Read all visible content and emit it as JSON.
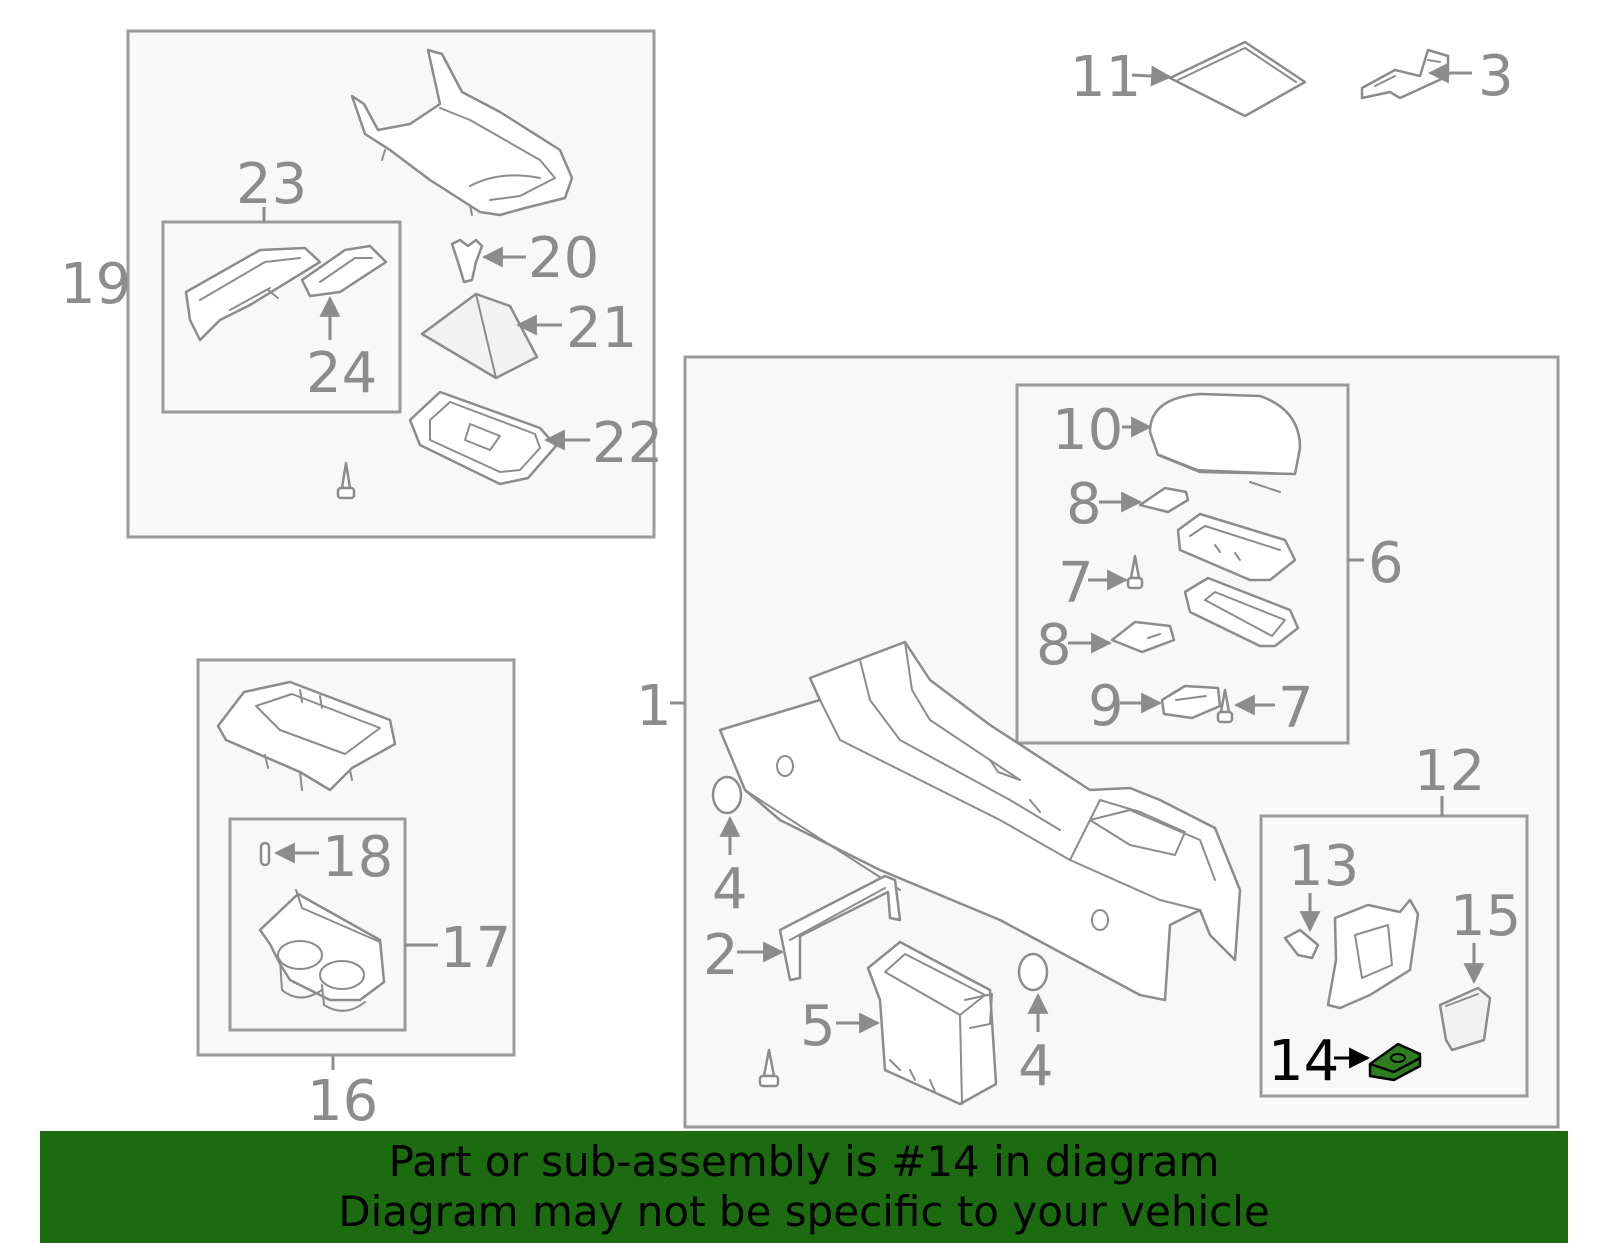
{
  "callouts": {
    "c1": "1",
    "c2": "2",
    "c3": "3",
    "c4a": "4",
    "c4b": "4",
    "c5": "5",
    "c6": "6",
    "c7a": "7",
    "c7b": "7",
    "c8a": "8",
    "c8b": "8",
    "c9": "9",
    "c10": "10",
    "c11": "11",
    "c12": "12",
    "c13": "13",
    "c14": "14",
    "c15": "15",
    "c16": "16",
    "c17": "17",
    "c18": "18",
    "c19": "19",
    "c20": "20",
    "c21": "21",
    "c22": "22",
    "c23": "23",
    "c24": "24"
  },
  "highlighted_part": "14",
  "banner": {
    "line1": "Part or sub-assembly is #14 in diagram",
    "line2": "Diagram may not be specific to your vehicle"
  },
  "colors": {
    "banner_bg": "#1c6b10",
    "highlight": "#2e7d1e",
    "line_gray": "#8c8c8c"
  }
}
